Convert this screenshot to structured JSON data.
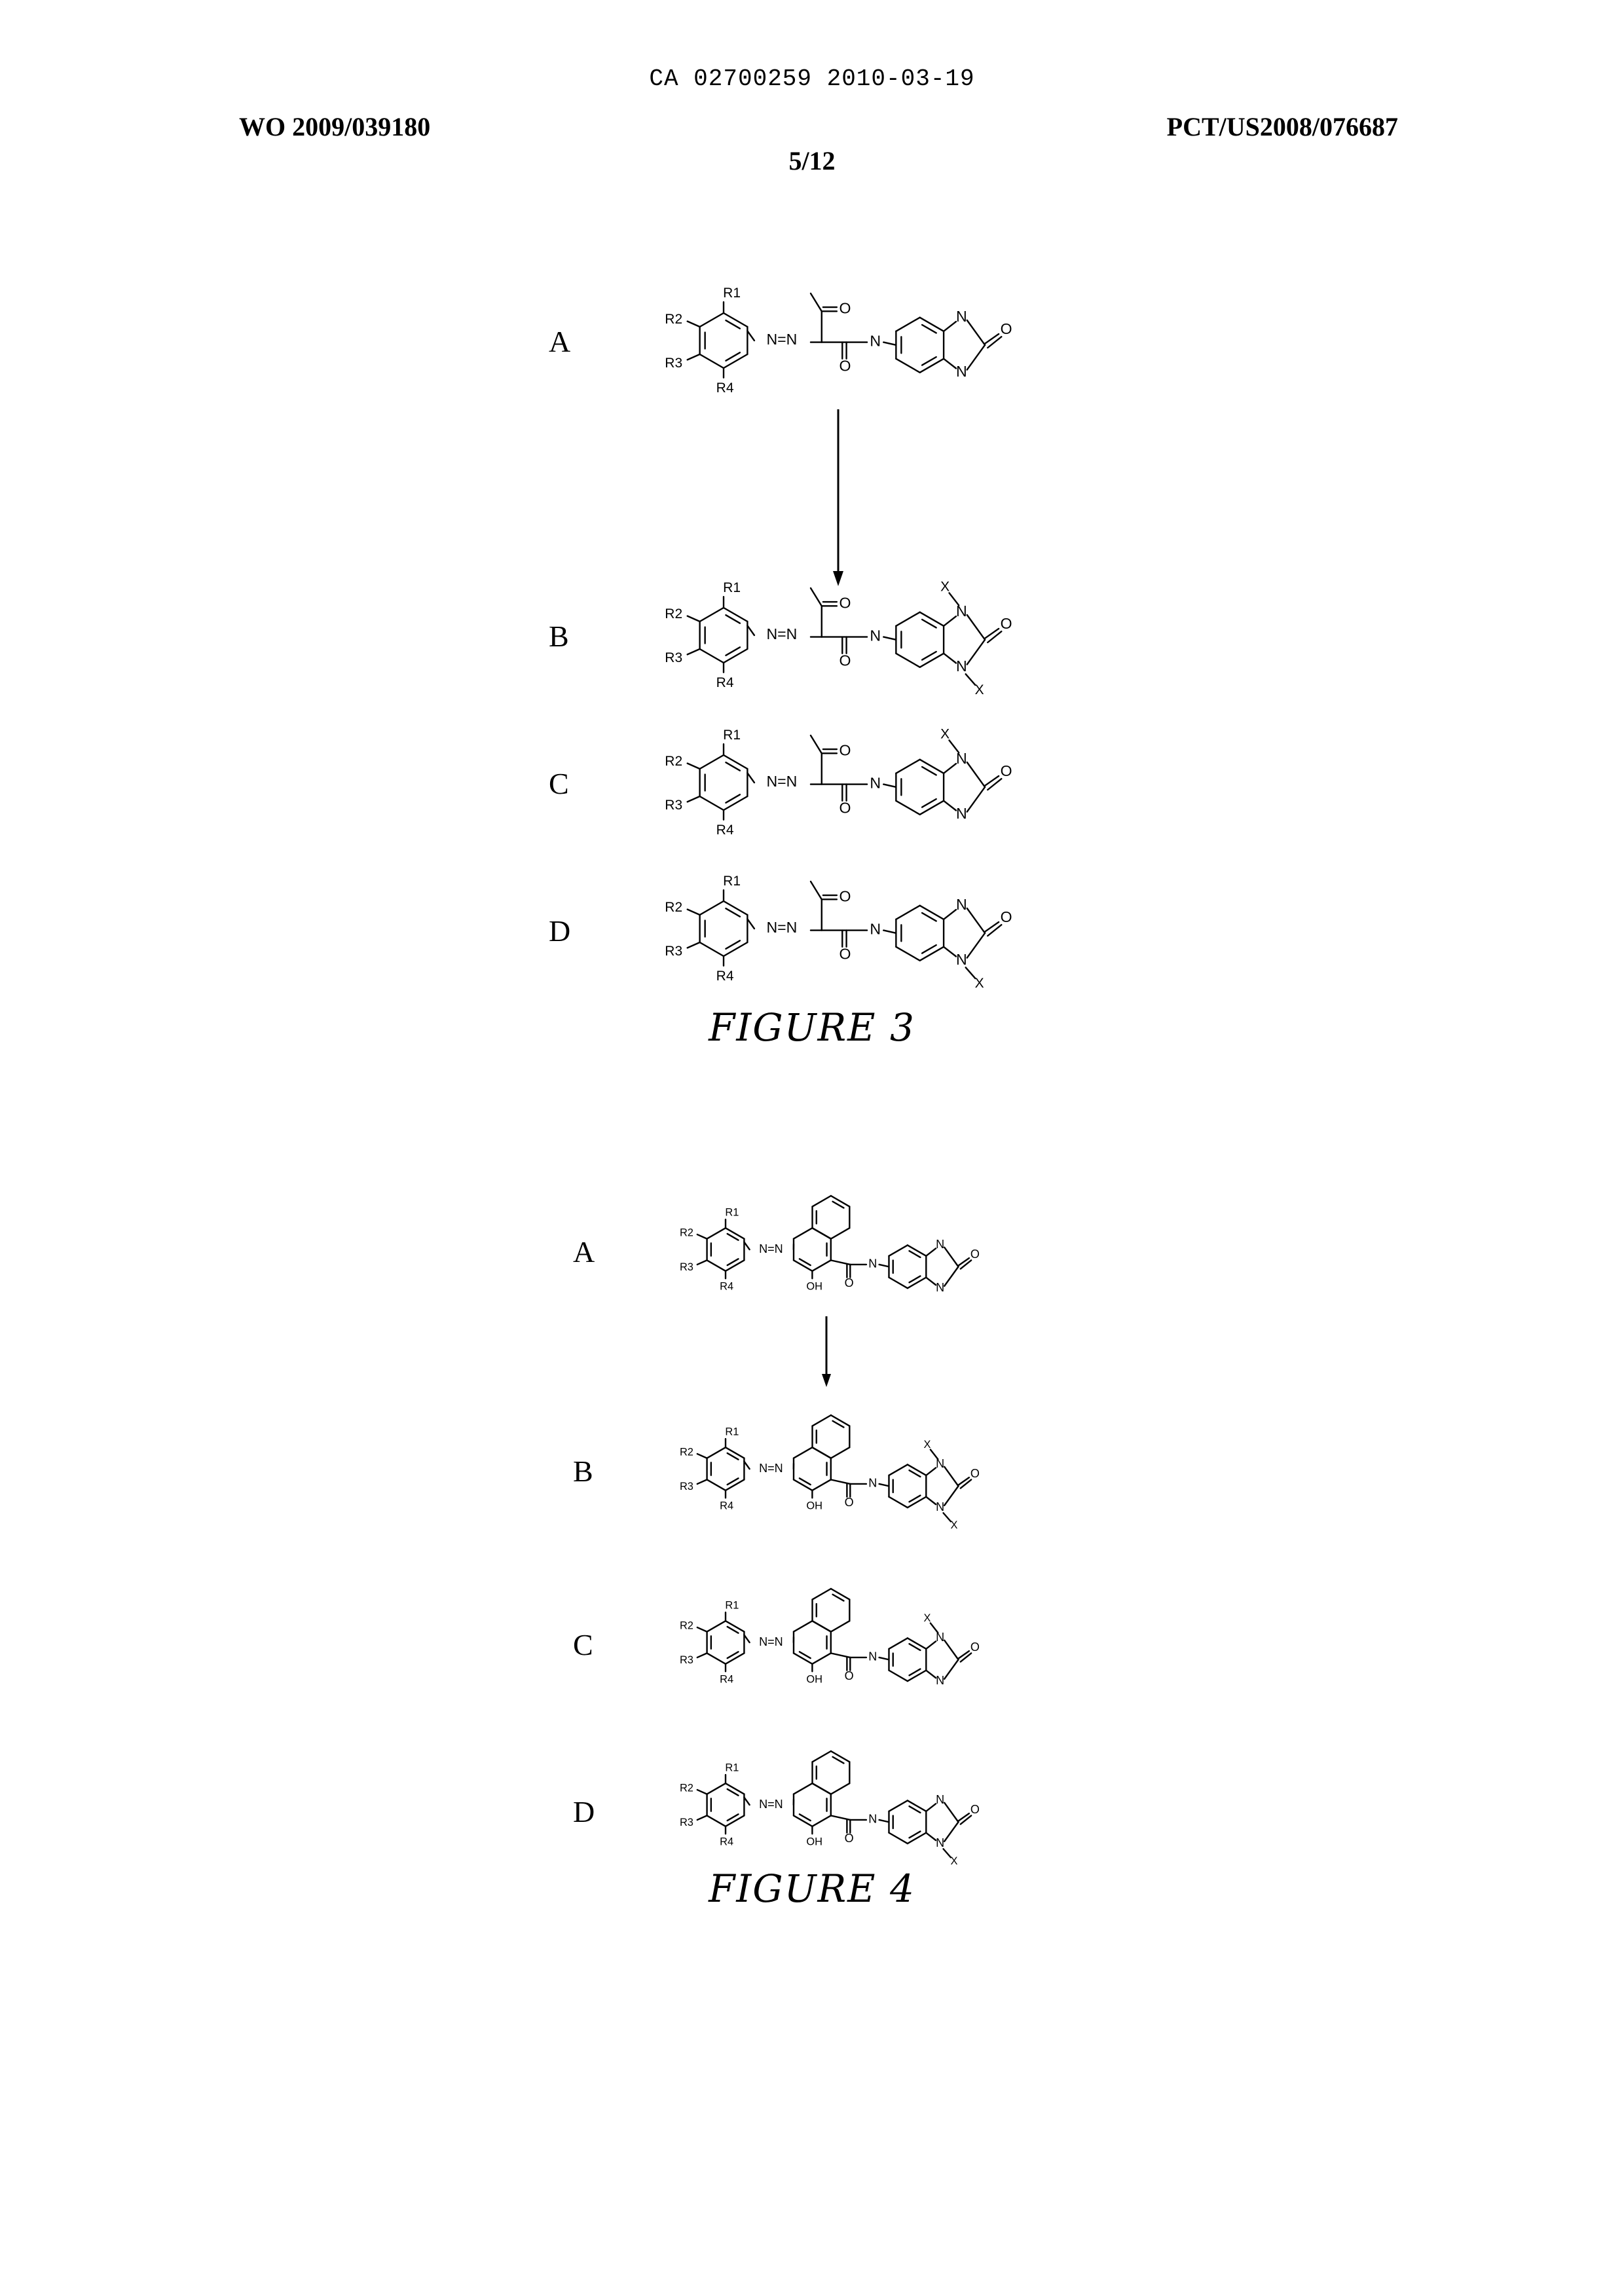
{
  "header": {
    "doc_id": "CA 02700259 2010-03-19",
    "pub_number": "WO 2009/039180",
    "app_number": "PCT/US2008/076687",
    "page": "5/12"
  },
  "figure3": {
    "title": "FIGURE 3",
    "labels": [
      "A",
      "B",
      "C",
      "D"
    ]
  },
  "figure4": {
    "title": "FIGURE 4",
    "labels": [
      "A",
      "B",
      "C",
      "D"
    ]
  },
  "atoms": {
    "r1": "R1",
    "r2": "R2",
    "r3": "R3",
    "r4": "R4",
    "azo": "N=N",
    "n": "N",
    "o": "O",
    "x": "X",
    "oh": "OH"
  }
}
